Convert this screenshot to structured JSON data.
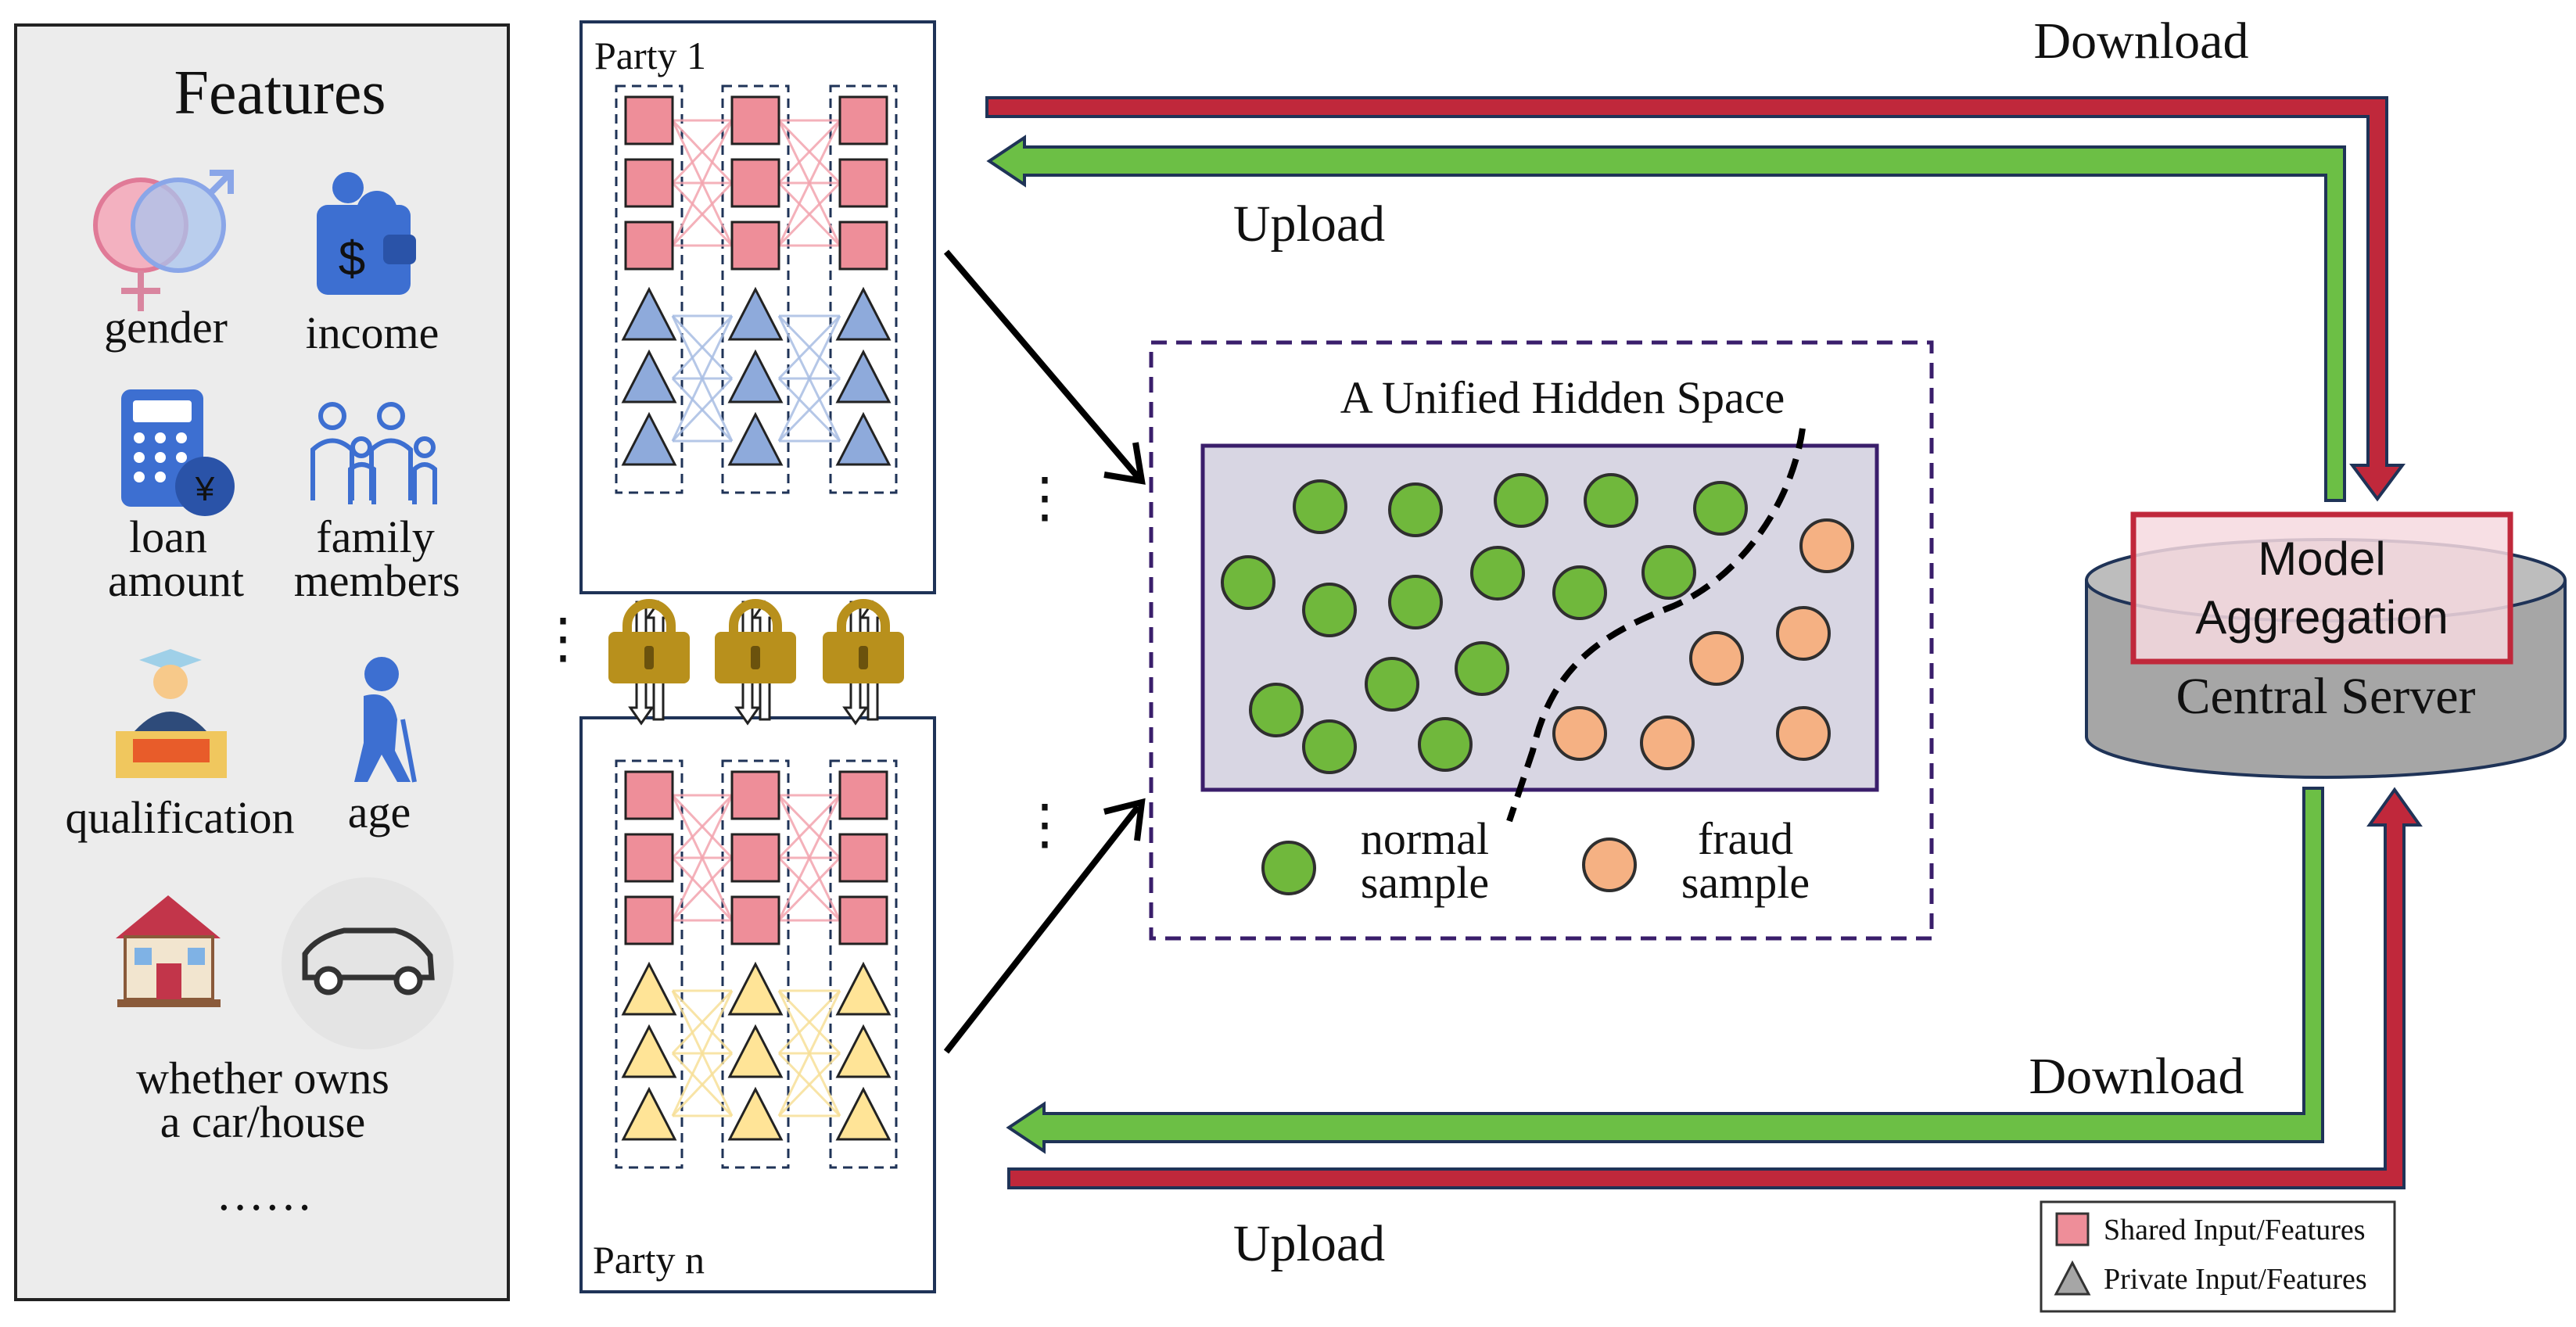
{
  "features": {
    "title": "Features",
    "items": [
      {
        "label": "gender",
        "icon": "gender-icon"
      },
      {
        "label": "income",
        "icon": "wallet-icon"
      },
      {
        "label": "loan",
        "label2": "amount",
        "icon": "calculator-icon"
      },
      {
        "label": "family",
        "label2": "members",
        "icon": "family-icon"
      },
      {
        "label": "qualification",
        "icon": "graduate-icon"
      },
      {
        "label": "age",
        "icon": "elderly-icon"
      },
      {
        "label": "whether owns",
        "label2": "a car/house",
        "icon": "house-car-icon"
      }
    ],
    "more": "······"
  },
  "parties": {
    "top_label": "Party 1",
    "bottom_label": "Party n",
    "vdots": "⋮"
  },
  "hidden_space": {
    "title": "A Unified Hidden Space",
    "normal_label": "normal",
    "normal_label2": "sample",
    "fraud_label": "fraud",
    "fraud_label2": "sample",
    "normal_color": "#70b83c",
    "fraud_color": "#f5b183"
  },
  "server": {
    "aggregation_line1": "Model",
    "aggregation_line2": "Aggregation",
    "name": "Central Server"
  },
  "flows": {
    "download_top": "Download",
    "upload_top": "Upload",
    "download_bottom": "Download",
    "upload_bottom": "Upload",
    "download_color": "#c0283b",
    "upload_color": "#6cbf45"
  },
  "legend": {
    "shared": "Shared Input/Features",
    "private": "Private Input/Features"
  },
  "colors": {
    "shared_node": "#ee8e99",
    "private_node_top": "#8eaadb",
    "private_node_bottom": "#ffe497",
    "lock": "#b8901c"
  }
}
